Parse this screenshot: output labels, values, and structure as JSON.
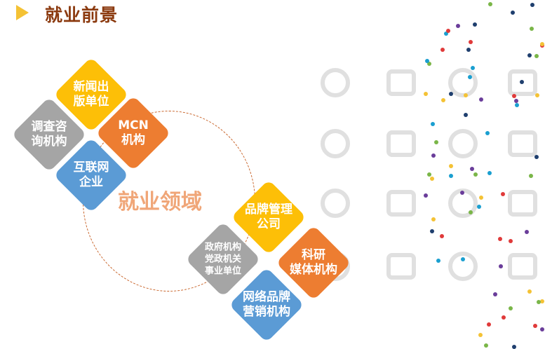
{
  "header": {
    "title": "就业前景"
  },
  "center_label": "就业领域",
  "group1": [
    {
      "text": "新闻出\n版单位",
      "color": "#fdbf07"
    },
    {
      "text": "调查咨\n询机构",
      "color": "#a5a5a5"
    },
    {
      "text": "MCN\n机构",
      "color": "#ed7d31"
    },
    {
      "text": "互联网\n企业",
      "color": "#5b9bd5"
    }
  ],
  "group2": [
    {
      "text": "品牌管理\n公司",
      "color": "#fdbf07"
    },
    {
      "text": "政府机构\n党政机关\n事业单位",
      "color": "#a5a5a5"
    },
    {
      "text": "科研\n媒体机构",
      "color": "#ed7d31"
    },
    {
      "text": "网络品牌\n营销机构",
      "color": "#5b9bd5"
    }
  ],
  "icons": [
    "users-icon",
    "tv-icon",
    "microphone-icon",
    "headset-icon",
    "contact-card-icon",
    "newspaper-icon",
    "antenna-icon",
    "edit-icon",
    "phone-icon",
    "transfer-icon",
    "chat-icon",
    "bird-icon",
    "mail-icon",
    "at-icon",
    "tablet-icon",
    "globe-icon"
  ]
}
